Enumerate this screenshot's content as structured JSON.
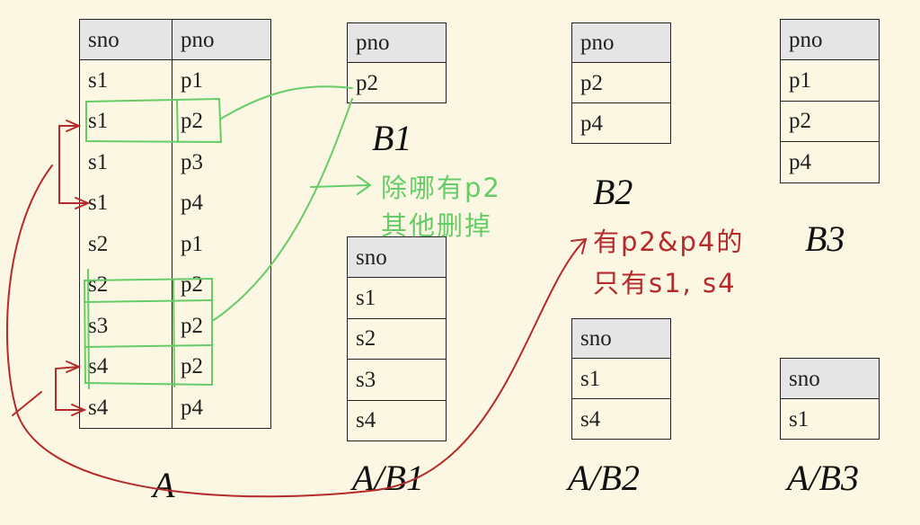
{
  "tables": {
    "A": {
      "headers": [
        "sno",
        "pno"
      ],
      "rows": [
        [
          "s1",
          "p1"
        ],
        [
          "s1",
          "p2"
        ],
        [
          "s1",
          "p3"
        ],
        [
          "s1",
          "p4"
        ],
        [
          "s2",
          "p1"
        ],
        [
          "s2",
          "p2"
        ],
        [
          "s3",
          "p2"
        ],
        [
          "s4",
          "p2"
        ],
        [
          "s4",
          "p4"
        ]
      ]
    },
    "B1": {
      "headers": [
        "pno"
      ],
      "rows": [
        [
          "p2"
        ]
      ]
    },
    "B2": {
      "headers": [
        "pno"
      ],
      "rows": [
        [
          "p2"
        ],
        [
          "p4"
        ]
      ]
    },
    "B3": {
      "headers": [
        "pno"
      ],
      "rows": [
        [
          "p1"
        ],
        [
          "p2"
        ],
        [
          "p4"
        ]
      ]
    },
    "AB1": {
      "headers": [
        "sno"
      ],
      "rows": [
        [
          "s1"
        ],
        [
          "s2"
        ],
        [
          "s3"
        ],
        [
          "s4"
        ]
      ]
    },
    "AB2": {
      "headers": [
        "sno"
      ],
      "rows": [
        [
          "s1"
        ],
        [
          "s4"
        ]
      ]
    },
    "AB3": {
      "headers": [
        "sno"
      ],
      "rows": [
        [
          "s1"
        ]
      ]
    }
  },
  "labels": {
    "A": "A",
    "B1": "B1",
    "B2": "B2",
    "B3": "B3",
    "AB1": "A/B1",
    "AB2": "A/B2",
    "AB3": "A/B3"
  },
  "annotations": {
    "green_line1": "除哪有p2",
    "green_line2": "其他删掉",
    "red_line1": "有p2&p4的",
    "red_line2": "只有s1, s4"
  },
  "colors": {
    "green": "#66cc66",
    "red": "#b52a2a",
    "header_bg": "#e5e5e5",
    "background": "#fbf7e2"
  }
}
